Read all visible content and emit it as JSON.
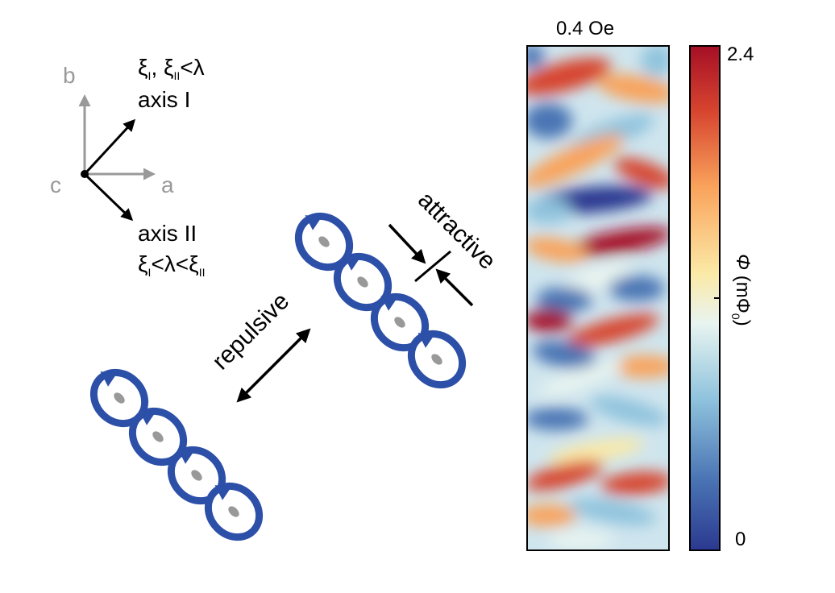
{
  "axes_legend": {
    "b": "b",
    "a": "a",
    "c": "c",
    "axis_I": {
      "condition_xi1": "ξ",
      "condition_sub1": "I",
      "condition_sep": ", ξ",
      "condition_sub2": "II",
      "condition_rest": "<λ",
      "label": "axis I"
    },
    "axis_II": {
      "label": "axis II",
      "condition_xi1": "ξ",
      "condition_sub1": "I",
      "condition_mid": "<λ<ξ",
      "condition_sub2": "II"
    }
  },
  "interactions": {
    "repulsive": "repulsive",
    "attractive": "attractive"
  },
  "map": {
    "title": "0.4 Oe",
    "colorbar": {
      "max": "2.4",
      "min": "0",
      "label_phi": "Φ",
      "label_unit": "(mΦ",
      "label_sub": "0",
      "label_close": ")"
    },
    "colormap": [
      "#2b3990",
      "#4a74b4",
      "#8fc3dd",
      "#e8f4f0",
      "#fbe9a6",
      "#f9a35c",
      "#d7452f",
      "#a50f26"
    ]
  },
  "colors": {
    "vortex": "#2c4fa8",
    "core": "#999999",
    "grey_axis": "#999999"
  }
}
